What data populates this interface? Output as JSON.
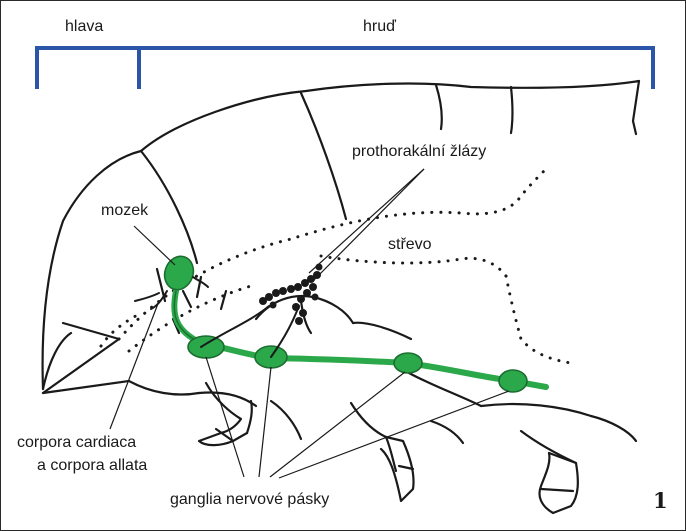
{
  "colors": {
    "bracket": "#2b55a8",
    "nerve": "#2aa84a",
    "nerve_outline": "#1d6d31",
    "outline": "#1a1a1a"
  },
  "labels": {
    "head": "hlava",
    "thorax": "hruď",
    "prothoracic_glands": "prothorakální žlázy",
    "brain": "mozek",
    "gut": "střevo",
    "corpora_line1": "corpora cardiaca",
    "corpora_line2": "a corpora allata",
    "ganglia": "ganglia nervové pásky",
    "figure_number": "1"
  }
}
